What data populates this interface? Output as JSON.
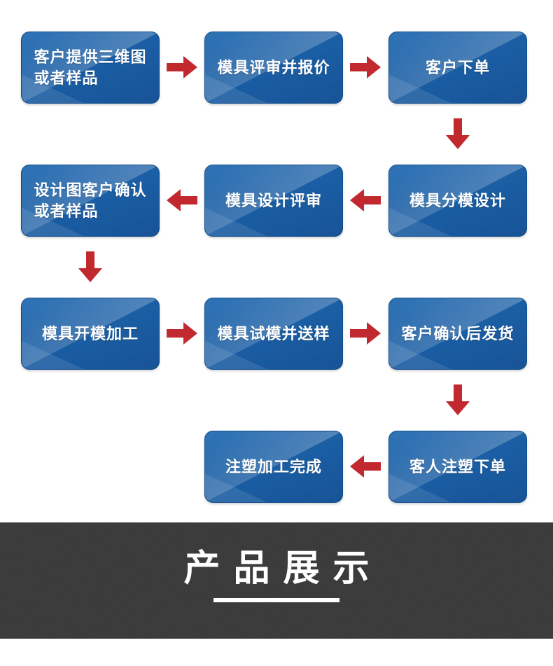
{
  "colors": {
    "box_blue_dark": "#175397",
    "box_blue_light": "#3b84c6",
    "arrow_red": "#c2292f",
    "banner_bg": "#323232",
    "banner_text": "#ffffff"
  },
  "flow": {
    "boxes": [
      {
        "label": "客户提供三维图\n或者样品"
      },
      {
        "label": "模具评审并报价"
      },
      {
        "label": "客户下单"
      },
      {
        "label": "设计图客户确认\n或者样品"
      },
      {
        "label": "模具设计评审"
      },
      {
        "label": "模具分模设计"
      },
      {
        "label": "模具开模加工"
      },
      {
        "label": "模具试模并送样"
      },
      {
        "label": "客户确认后发货"
      },
      {
        "label": "注塑加工完成"
      },
      {
        "label": "客人注塑下单"
      }
    ]
  },
  "banner": {
    "title": "产品展示"
  }
}
